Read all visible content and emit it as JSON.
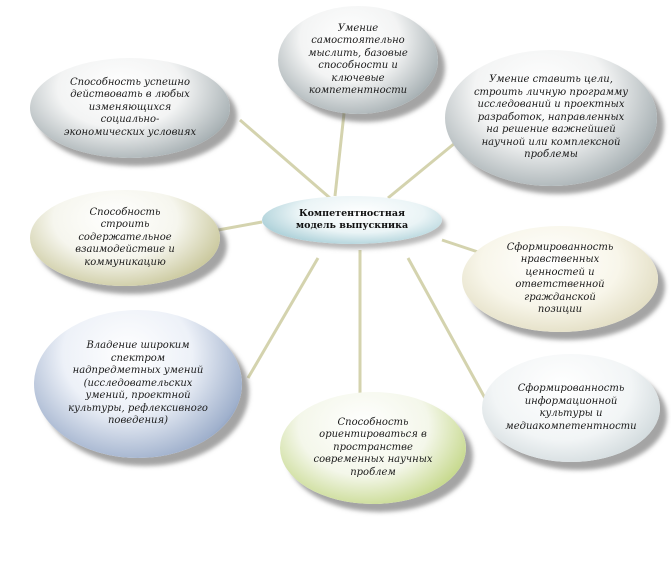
{
  "center": {
    "line1": "Компетентностная",
    "line2": "модель выпускника"
  },
  "bubbles": {
    "top": "Умение самостоятельно мыслить, базовые способности и ключевые компетентности",
    "top_right": "Умение ставить цели, строить личную программу исследований и проектных разработок, направленных на решение важнейшей научной или комплексной проблемы",
    "top_left": "Способность успешно действовать в любых изменяющихся социально-экономических условиях",
    "mid_left": "Способность строить содержательное взаимодействие и коммуникацию",
    "mid_right": "Сформированность нравственных ценностей и ответственной гражданской позиции",
    "low_left": "Владение широким спектром надпредметных умений (исследовательских умений, проектной культуры, рефлексивного поведения)",
    "low_right": "Сформированность информационной культуры и медиакомпетентности",
    "bottom": "Способность ориентироваться в пространстве современных научных проблем"
  }
}
